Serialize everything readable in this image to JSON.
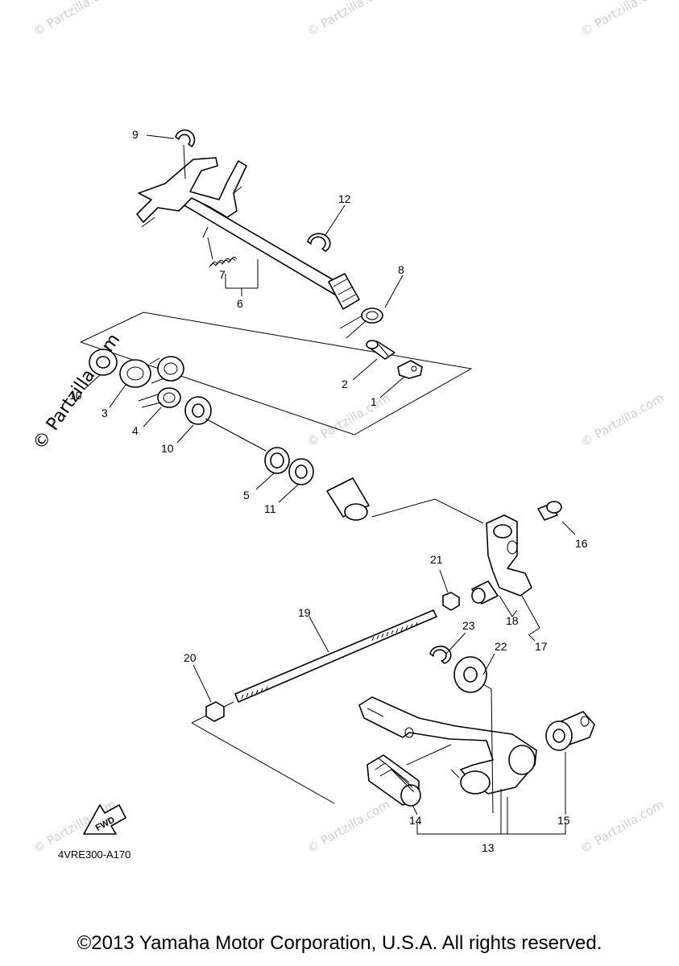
{
  "watermark": {
    "text": "© Partzilla.com"
  },
  "callouts": {
    "c1": "1",
    "c2": "2",
    "c3": "3",
    "c4": "4",
    "c5": "5",
    "c6": "6",
    "c7": "7",
    "c8": "8",
    "c9": "9",
    "c10a": "10",
    "c10b": "10",
    "c11": "11",
    "c12": "12",
    "c13": "13",
    "c14": "14",
    "c15": "15",
    "c16": "16",
    "c17": "17",
    "c18": "18",
    "c19": "19",
    "c20": "20",
    "c21": "21",
    "c22": "22",
    "c23": "23"
  },
  "fwd_label": "FWD",
  "diagram_code": "4VRE300-A170",
  "copyright": "©2013 Yamaha Motor Corporation, U.S.A. All rights reserved."
}
